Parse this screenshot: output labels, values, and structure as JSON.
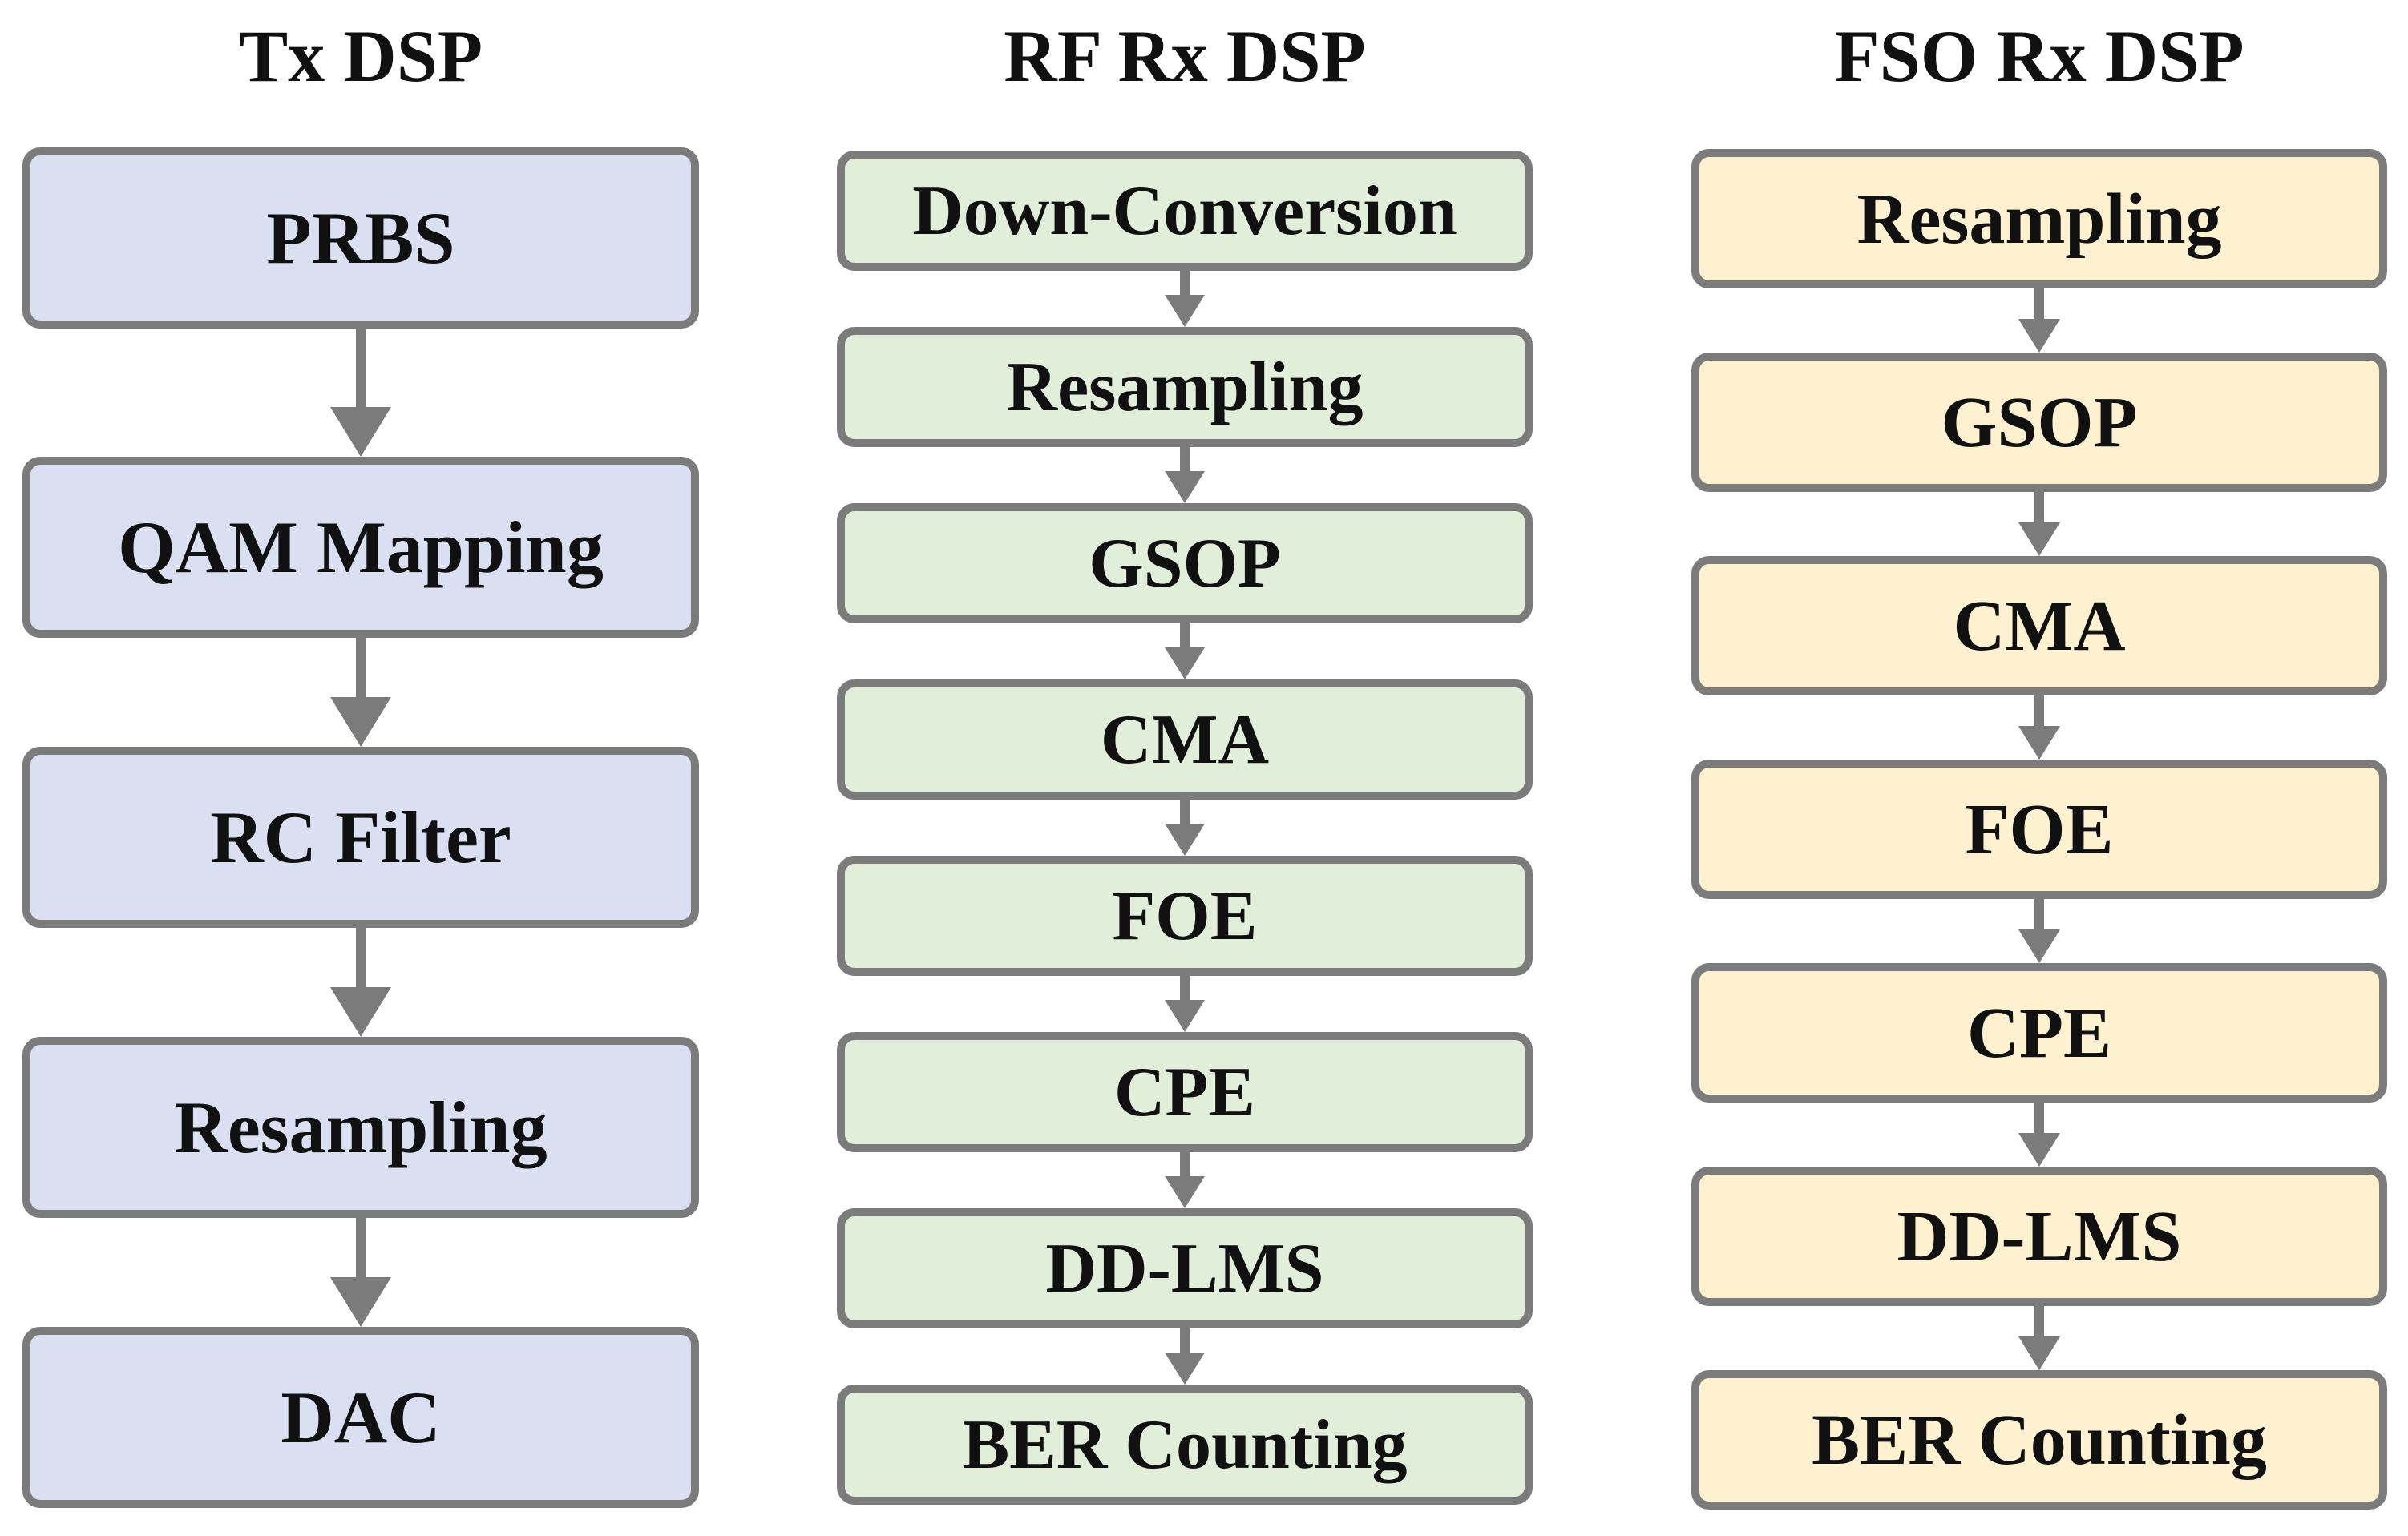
{
  "colors": {
    "tx_fill": "#dae0f2",
    "rf_fill": "#e1eed9",
    "fso_fill": "#fdf1cf",
    "border": "#7b7b7b",
    "arrow": "#7b7b7b"
  },
  "columns": [
    {
      "id": "tx",
      "title": "Tx DSP",
      "fill_key": "tx_fill",
      "blocks": [
        "PRBS",
        "QAM Mapping",
        "RC Filter",
        "Resampling",
        "DAC"
      ]
    },
    {
      "id": "rf",
      "title": "RF Rx DSP",
      "fill_key": "rf_fill",
      "blocks": [
        "Down-Conversion",
        "Resampling",
        "GSOP",
        "CMA",
        "FOE",
        "CPE",
        "DD-LMS",
        "BER Counting"
      ]
    },
    {
      "id": "fso",
      "title": "FSO Rx DSP",
      "fill_key": "fso_fill",
      "blocks": [
        "Resampling",
        "GSOP",
        "CMA",
        "FOE",
        "CPE",
        "DD-LMS",
        "BER Counting"
      ]
    }
  ]
}
